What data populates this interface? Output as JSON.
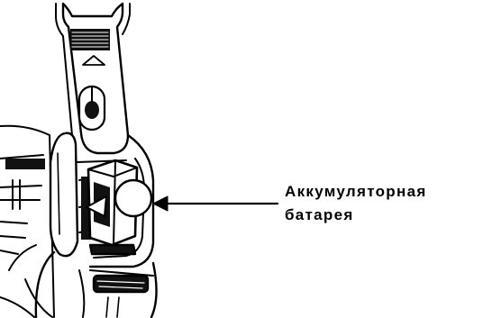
{
  "figure": {
    "subject": "handheld device battery compartment",
    "callout_lines": [
      "Аккумуляторная",
      "батарея"
    ]
  },
  "colors": {
    "line": "#000000",
    "fill": "#ffffff",
    "shade": "#111111"
  }
}
